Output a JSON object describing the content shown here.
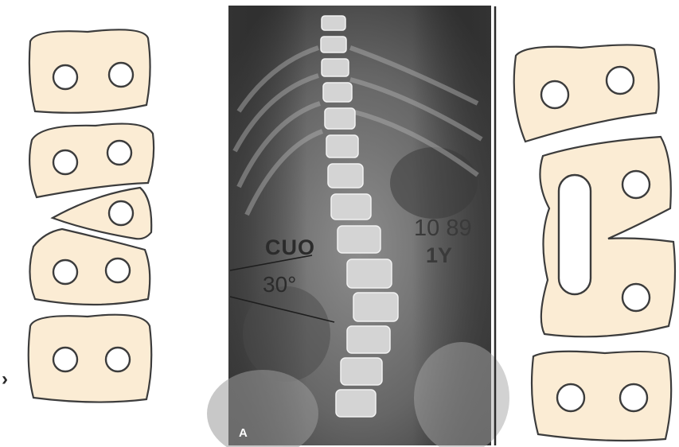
{
  "colors": {
    "block_fill": "#fbecd4",
    "block_stroke": "#3c3c3c",
    "xray_dark": "#3a3a3a",
    "xray_bone": "#d9d9d9",
    "text_dark": "#2a2a2a"
  },
  "xray": {
    "left_label": "CUO",
    "angle_label": "30°",
    "right_label_1": "10 89",
    "right_label_2": "1Y",
    "panel_letter": "A"
  },
  "left_diagram": {
    "arrow_glyph": "›"
  }
}
